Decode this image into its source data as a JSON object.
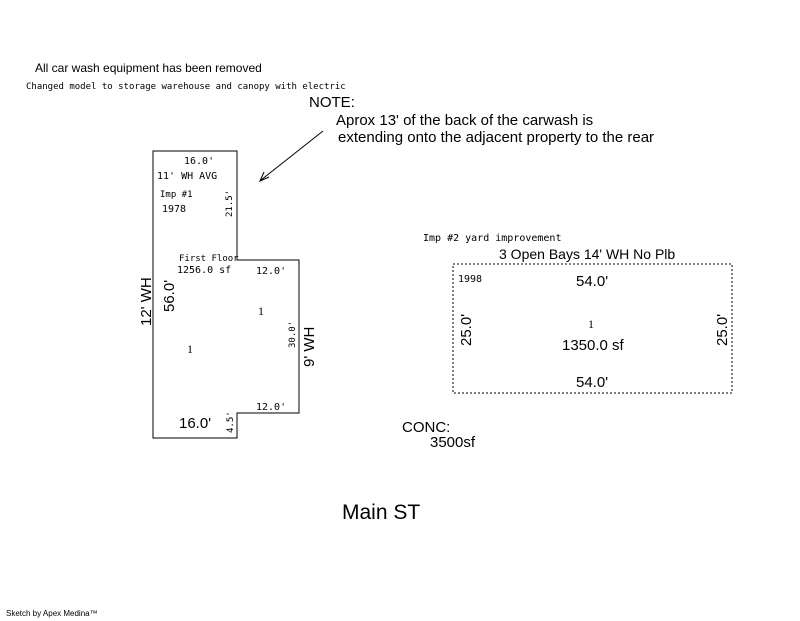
{
  "notes": {
    "equipment_removed": "All car wash equipment has been removed",
    "model_changed": "Changed model to storage warehouse and canopy with electric",
    "note_label": "NOTE:",
    "note_line1": "Aprox 13' of the back of the carwash is",
    "note_line2": "extending onto the adjacent property to the rear"
  },
  "imp1": {
    "top_width": "16.0'",
    "wall_height_avg": "11' WH AVG",
    "label": "Imp #1",
    "year": "1978",
    "upper_right_side": "21.5'",
    "floor_label": "First Floor",
    "floor_area": "1256.0 sf",
    "step_width_top": "12.0'",
    "left_wall_height": "12' WH",
    "left_side": "56.0'",
    "right_side": "30.0'",
    "right_wall_height": "9' WH",
    "section_id_a": "1",
    "section_id_b": "1",
    "step_width_bottom": "12.0'",
    "bottom_width": "16.0'",
    "lower_right_side": "4.5'"
  },
  "imp2": {
    "label": "Imp #2 yard improvement",
    "description": "3 Open Bays 14' WH No Plb",
    "year": "1998",
    "top_width": "54.0'",
    "left_side": "25.0'",
    "right_side": "25.0'",
    "section_id": "1",
    "area": "1350.0 sf",
    "bottom_width": "54.0'"
  },
  "concrete": {
    "label": "CONC:",
    "area": "3500sf"
  },
  "street": "Main ST",
  "footer": "Sketch by Apex Medina™"
}
